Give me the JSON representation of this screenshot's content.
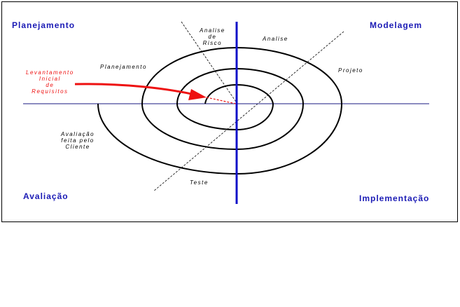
{
  "quadrants": {
    "top_left": "Planejamento",
    "top_right": "Modelagem",
    "bottom_left": "Avaliação",
    "bottom_right": "Implementação"
  },
  "spiral_labels": {
    "analise_risco": [
      "Analise",
      "de",
      "Risco"
    ],
    "analise": "Analise",
    "planejamento": "Planejamento",
    "projeto": "Projeto",
    "avaliacao_cliente": [
      "Avaliação",
      "feita pelo",
      "Cliente"
    ],
    "teste": "Teste",
    "levantamento": [
      "Levantamento",
      "Inicial",
      "de",
      "Requisitos"
    ]
  },
  "colors": {
    "axis_vertical": "#1010c8",
    "axis_horizontal": "#1a1a80",
    "quadrant_text": "#1a1ab5",
    "arrow": "#ee1111",
    "spiral": "#000000"
  }
}
